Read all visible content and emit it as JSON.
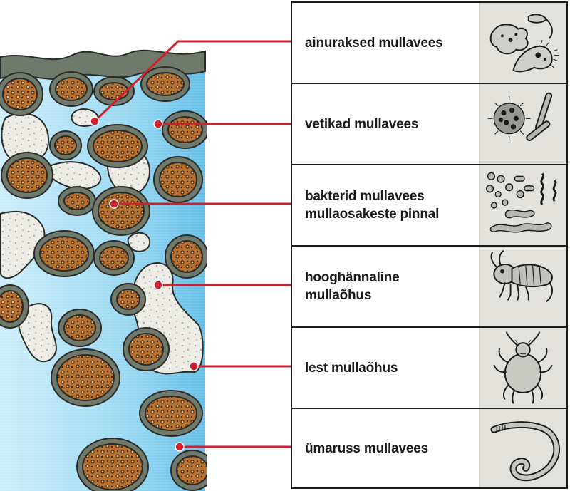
{
  "rows": [
    {
      "label": "ainuraksed mullavees",
      "icon": "protozoa-icon"
    },
    {
      "label": "vetikad mullavees",
      "icon": "algae-icon"
    },
    {
      "label": "bakterid mullavees\nmullaosakeste pinnal",
      "icon": "bacteria-icon"
    },
    {
      "label": "hooghännaline\nmullaõhus",
      "icon": "springtail-icon"
    },
    {
      "label": "lest mullaõhus",
      "icon": "mite-icon"
    },
    {
      "label": "ümaruss mullavees",
      "icon": "nematode-icon"
    }
  ],
  "colors": {
    "connector": "#d0202e",
    "water": "#8fd3ef",
    "soil_particle": "#b9722f",
    "soil_film": "#6f7a6a",
    "air_pore": "#ecebe5",
    "icon_panel": "#e2e1dc"
  }
}
